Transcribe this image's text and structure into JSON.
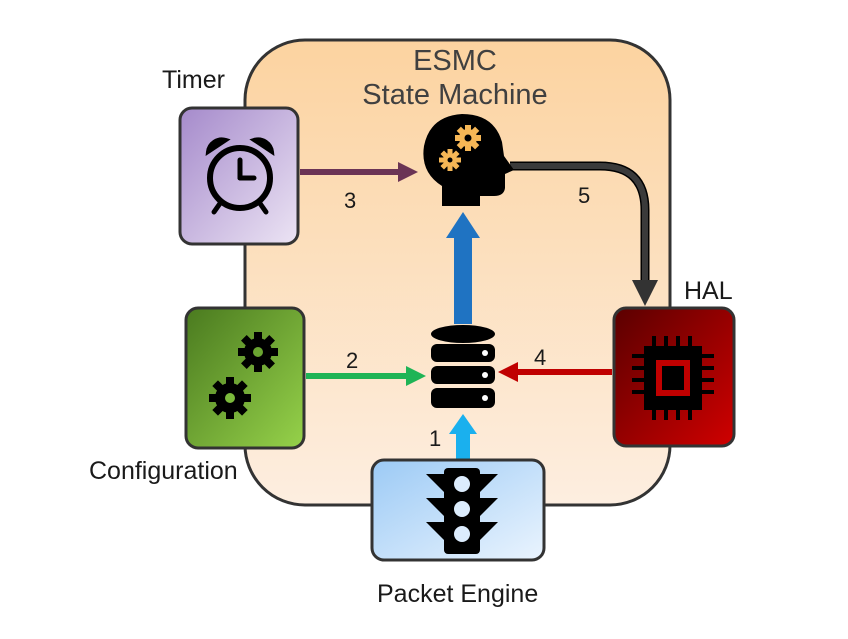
{
  "diagram": {
    "container_title_line1": "ESMC",
    "container_title_line2": "State Machine",
    "nodes": {
      "timer": {
        "label": "Timer",
        "icon": "alarm-clock-icon"
      },
      "configuration": {
        "label": "Configuration",
        "icon": "gears-icon"
      },
      "hal": {
        "label": "HAL",
        "icon": "cpu-chip-icon"
      },
      "packet_engine": {
        "label": "Packet Engine",
        "icon": "traffic-light-icon"
      },
      "state_machine": {
        "icon": "head-gears-icon"
      },
      "database": {
        "icon": "database-icon"
      }
    },
    "edges": [
      {
        "from": "packet_engine",
        "to": "database",
        "label": "1",
        "color": "#1ab0ee"
      },
      {
        "from": "configuration",
        "to": "database",
        "label": "2",
        "color": "#1fb456"
      },
      {
        "from": "timer",
        "to": "state_machine",
        "label": "3",
        "color": "#6b3455"
      },
      {
        "from": "hal",
        "to": "database",
        "label": "4",
        "color": "#c00000"
      },
      {
        "from": "state_machine",
        "to": "hal",
        "label": "5",
        "color": "#333333"
      },
      {
        "from": "database",
        "to": "state_machine",
        "label": "",
        "color": "#1f73c2"
      }
    ]
  }
}
